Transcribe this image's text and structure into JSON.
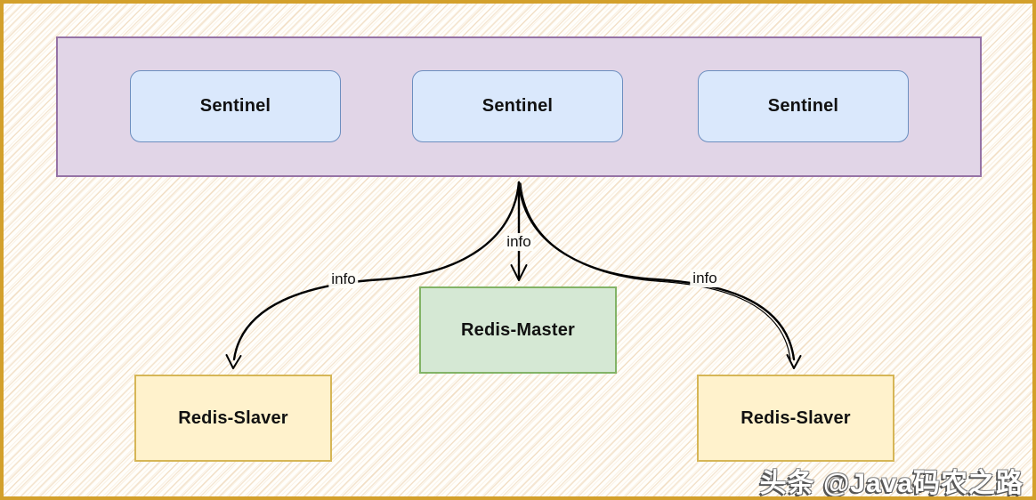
{
  "diagram": {
    "sentinels": [
      {
        "label": "Sentinel"
      },
      {
        "label": "Sentinel"
      },
      {
        "label": "Sentinel"
      }
    ],
    "master": {
      "label": "Redis-Master"
    },
    "slaves": [
      {
        "label": "Redis-Slaver"
      },
      {
        "label": "Redis-Slaver"
      }
    ],
    "edge_labels": {
      "center": "info",
      "left": "info",
      "right": "info"
    }
  },
  "watermark": {
    "text": "头条 @Java码农之路"
  },
  "colors": {
    "frame_border": "#d3a02b",
    "hatch_line": "#e9caa0",
    "sentinel_container_fill": "#e1d5e7",
    "sentinel_container_stroke": "#9673a6",
    "sentinel_fill": "#dae8fc",
    "sentinel_stroke": "#6c8ebf",
    "master_fill": "#d5e8d4",
    "master_stroke": "#82b366",
    "slave_fill": "#fff2cc",
    "slave_stroke": "#d6b656",
    "edge_stroke": "#000000"
  }
}
